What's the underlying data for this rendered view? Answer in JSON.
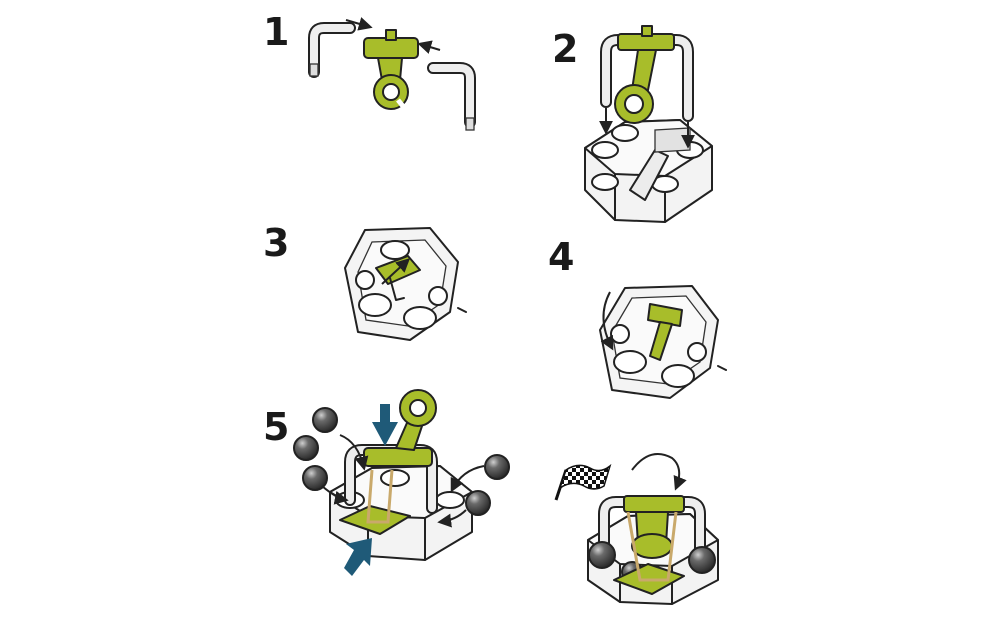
{
  "steps": [
    {
      "number": "1"
    },
    {
      "number": "2"
    },
    {
      "number": "3"
    },
    {
      "number": "4"
    },
    {
      "number": "5"
    },
    {
      "number": ""
    }
  ],
  "colors": {
    "part_green": "#a8bd2a",
    "part_green_dark": "#7f9420",
    "frame_grey": "#e9e9e9",
    "base_grey": "#f1f1f1",
    "ball_dark": "#444444",
    "blue_arrow": "#1f5a78",
    "outline": "#222222",
    "band": "#c9a96b"
  },
  "icons": [
    "arrow-icon",
    "checkered-flag-icon",
    "curved-arrow-icon"
  ]
}
